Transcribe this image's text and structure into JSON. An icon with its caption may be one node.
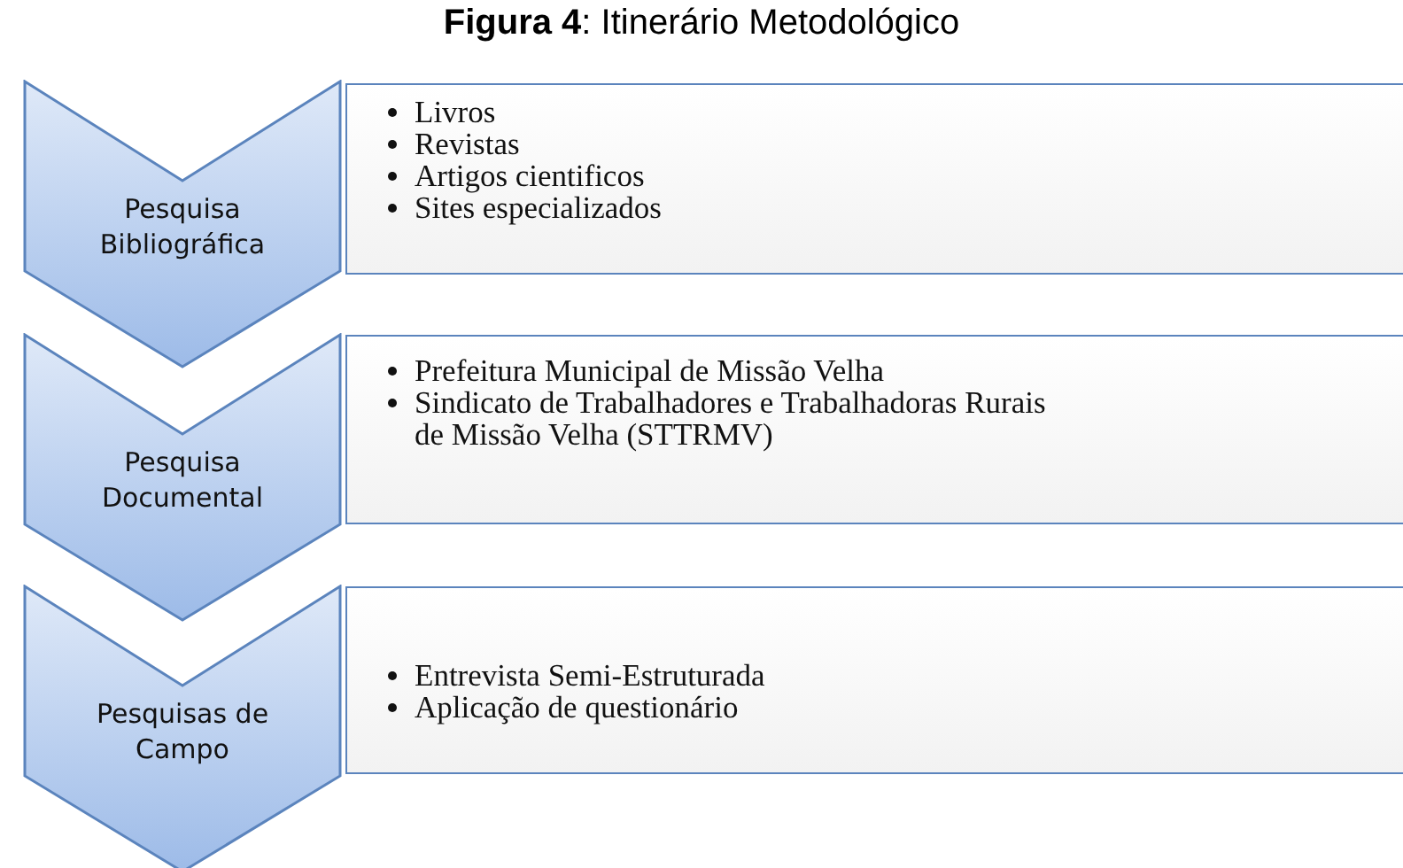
{
  "diagram": {
    "title": "**Figura 4**: Itinerário Metodológico",
    "nodes": [
      {
        "text": [
          "Pesquisa Bibliográfica"
        ]
      },
      {
        "text": [
          "Livros",
          "Revistas",
          "Artigos cientificos",
          "Sites especializados"
        ]
      },
      {
        "text": [
          "Pesquisa Documental"
        ]
      },
      {
        "text": [
          "Prefeitura Municipal de Missão Velha",
          "Sindicato de Trabalhadores e Trabalhadoras Rurais de Missão Velha (STTRMV)"
        ]
      },
      {
        "text": [
          "Pesquisas de Campo"
        ]
      },
      {
        "text": [
          "Entrevista Semi-Estruturada",
          "Aplicação de questionário"
        ]
      }
    ]
  }
}
